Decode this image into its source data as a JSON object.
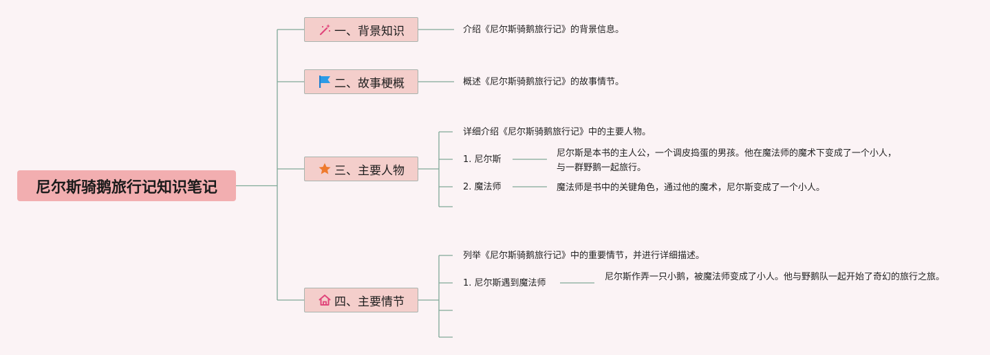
{
  "root": {
    "title": "尼尔斯骑鹅旅行记知识笔记"
  },
  "colors": {
    "line": "#7fa998",
    "root_fill": "#f2aeb0",
    "branch_fill": "#f4cecb",
    "background": "#fbf3f5"
  },
  "branches": [
    {
      "label": "一、背景知识",
      "icon": "magic-wand-icon",
      "desc": "介绍《尼尔斯骑鹅旅行记》的背景信息。"
    },
    {
      "label": "二、故事梗概",
      "icon": "flag-icon",
      "desc": "概述《尼尔斯骑鹅旅行记》的故事情节。"
    },
    {
      "label": "三、主要人物",
      "icon": "star-icon",
      "desc": "详细介绍《尼尔斯骑鹅旅行记》中的主要人物。",
      "children": [
        {
          "label": "1. 尼尔斯",
          "detail": "尼尔斯是本书的主人公，一个调皮捣蛋的男孩。他在魔法师的魔术下变成了一个小人，与一群野鹅一起旅行。"
        },
        {
          "label": "2. 魔法师",
          "detail": "魔法师是书中的关键角色，通过他的魔术，尼尔斯变成了一个小人。"
        }
      ]
    },
    {
      "label": "四、主要情节",
      "icon": "home-icon",
      "desc": "列举《尼尔斯骑鹅旅行记》中的重要情节，并进行详细描述。",
      "children": [
        {
          "label": "1. 尼尔斯遇到魔法师",
          "detail": "尼尔斯作弄一只小鹅，被魔法师变成了小人。他与野鹅队一起开始了奇幻的旅行之旅。"
        }
      ]
    }
  ]
}
